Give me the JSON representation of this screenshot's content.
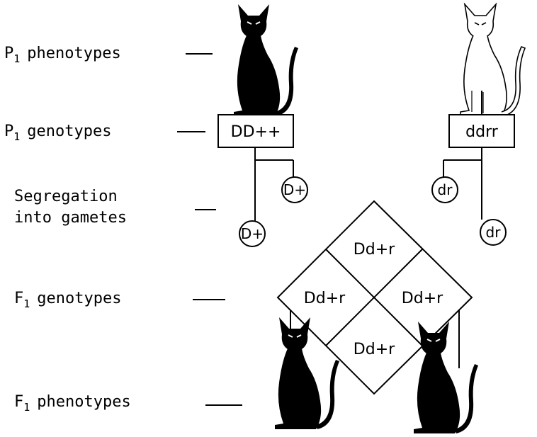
{
  "labels": {
    "p1_phenotypes": {
      "prefix": "P",
      "sub": "1",
      "text": "phenotypes"
    },
    "p1_genotypes": {
      "prefix": "P",
      "sub": "1",
      "text": "genotypes"
    },
    "segregation_line1": "Segregation",
    "segregation_line2": "into gametes",
    "f1_genotypes": {
      "prefix": "F",
      "sub": "1",
      "text": "genotypes"
    },
    "f1_phenotypes": {
      "prefix": "F",
      "sub": "1",
      "text": "phenotypes"
    }
  },
  "parents": {
    "left": {
      "genotype": "DD++",
      "coat": "black",
      "gametes": [
        "D+",
        "D+"
      ]
    },
    "right": {
      "genotype": "ddrr",
      "coat": "white",
      "gametes": [
        "dr",
        "dr"
      ]
    }
  },
  "punnett": {
    "top": "Dd+r",
    "left": "Dd+r",
    "right": "Dd+r",
    "bottom": "Dd+r"
  },
  "colors": {
    "ink": "#000000",
    "paper": "#ffffff"
  }
}
